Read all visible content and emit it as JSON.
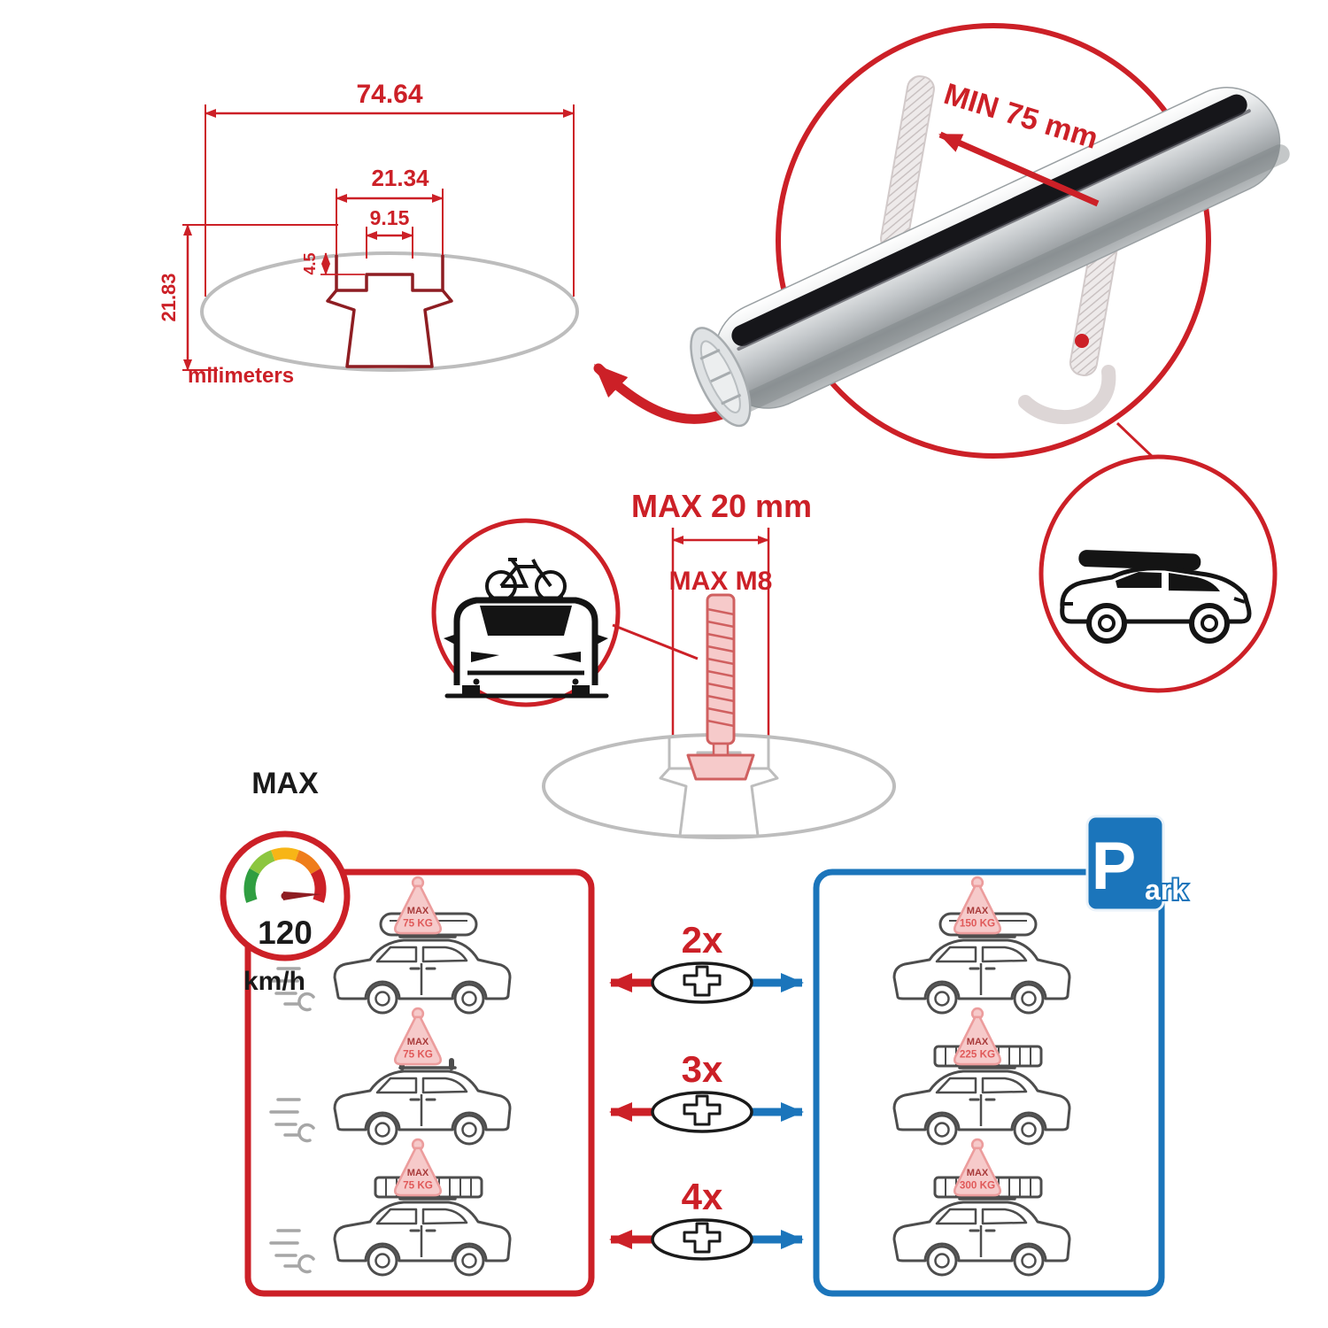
{
  "colors": {
    "red": "#cc2027",
    "dark_red": "#8e1d22",
    "blue": "#1b75bb",
    "gray": "#bdbdbd",
    "black": "#1a1a1a",
    "pink": "#f6caca"
  },
  "dimension_diagram": {
    "total_width": "74.64",
    "slot_outer_width": "21.34",
    "slot_inner_width": "9.15",
    "slot_depth": "4.5",
    "total_height": "21.83",
    "units": "milimeters"
  },
  "bar_detail": {
    "min_clamp_span": "MIN 75 mm"
  },
  "bolt": {
    "max_width": "MAX 20 mm",
    "max_thread": "MAX M8"
  },
  "speed_limit": {
    "title": "MAX",
    "value": "120",
    "units": "km/h"
  },
  "parking_sign": {
    "letter": "P",
    "suffix": "ark"
  },
  "driving_loads": [
    {
      "label": "MAX",
      "value": "75 KG"
    },
    {
      "label": "MAX",
      "value": "75 KG"
    },
    {
      "label": "MAX",
      "value": "75 KG"
    }
  ],
  "parked_loads": [
    {
      "label": "MAX",
      "value": "150 KG"
    },
    {
      "label": "MAX",
      "value": "225 KG"
    },
    {
      "label": "MAX",
      "value": "300 KG"
    }
  ],
  "bar_counts": [
    "2x",
    "3x",
    "4x"
  ]
}
